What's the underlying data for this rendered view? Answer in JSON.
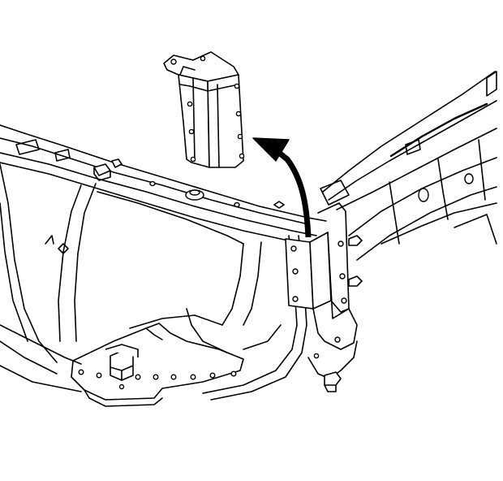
{
  "diagram": {
    "style": "black line art on white",
    "colors": {
      "line": "#000000",
      "background": "#ffffff"
    },
    "parts": [
      "removed-bracket",
      "direction-arrow",
      "radiator-support-frame",
      "upper-tie-bar",
      "lower-mounting-plate",
      "side-mounting-bracket",
      "fender-apron",
      "bolt"
    ]
  }
}
